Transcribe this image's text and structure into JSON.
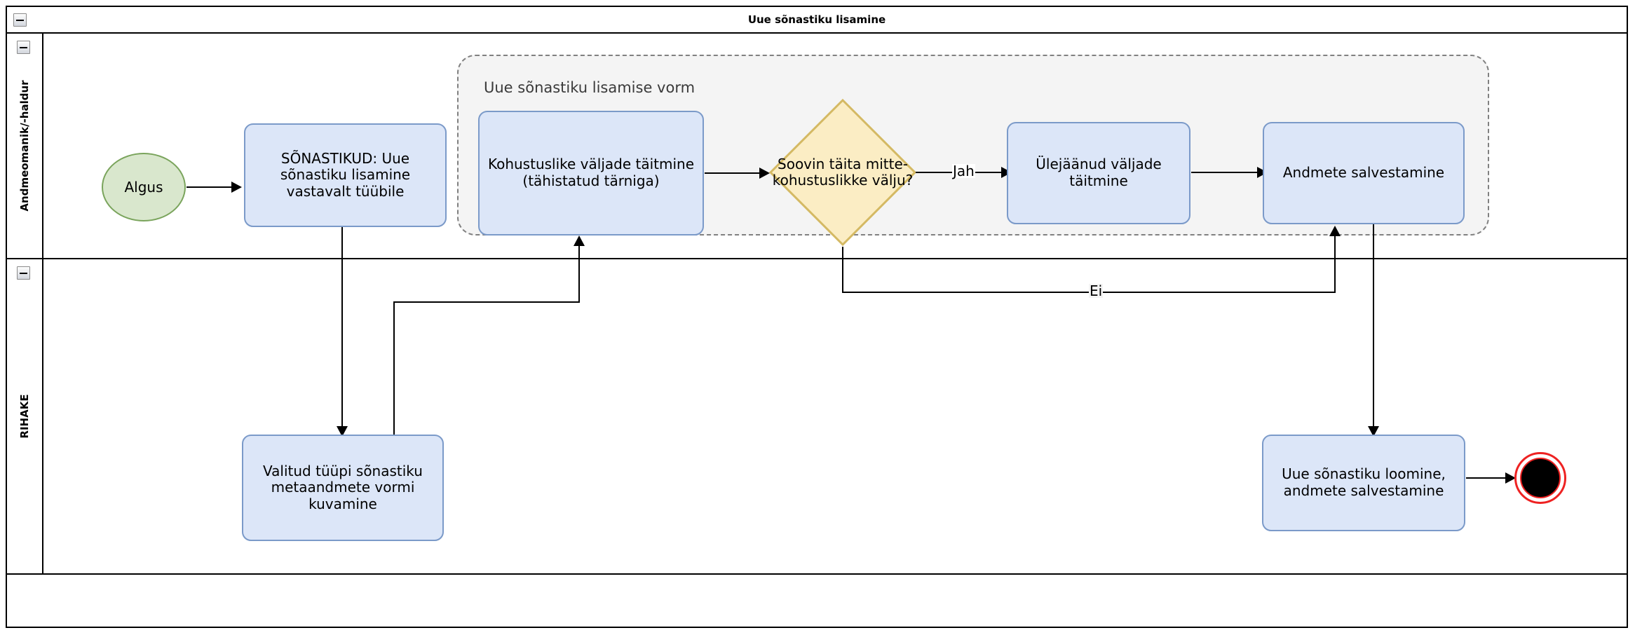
{
  "diagram": {
    "title": "Uue sõnastiku lisamine",
    "type": "bpmn-activity-diagram"
  },
  "colors": {
    "task_fill": "#dce6f8",
    "task_stroke": "#7b9ac9",
    "gateway_fill": "#fbedc4",
    "gateway_stroke": "#d4b963",
    "start_fill": "#d9e7cd",
    "start_stroke": "#7aa45c",
    "end_stroke": "#ee2222",
    "end_fill": "#000000",
    "group_fill": "#f4f4f4",
    "group_stroke": "#808080",
    "lane_border": "#000000"
  },
  "lanes": [
    {
      "id": "lane-andmeomanik",
      "label": "Andmeomanik/-haldur"
    },
    {
      "id": "lane-rihake",
      "label": "RIHAKE"
    }
  ],
  "group": {
    "label": "Uue sõnastiku lisamise vorm"
  },
  "nodes": {
    "start": {
      "label": "Algus",
      "type": "start-event"
    },
    "task_sonastikud": {
      "label": "SÕNASTIKUD: Uue sõnastiku lisamine vastavalt tüübile",
      "type": "task"
    },
    "task_kohustuslikud": {
      "label": "Kohustuslike väljade täitmine (tähistatud tärniga)",
      "type": "task"
    },
    "gateway_soovin": {
      "label": "Soovin täita mitte-kohustuslikke välju?",
      "type": "exclusive-gateway"
    },
    "task_ulejaanud": {
      "label": "Ülejäänud väljade täitmine",
      "type": "task"
    },
    "task_salvestamine": {
      "label": "Andmete salvestamine",
      "type": "task"
    },
    "task_metaandmed": {
      "label": "Valitud tüüpi sõnastiku metaandmete vormi kuvamine",
      "type": "task"
    },
    "task_loomine": {
      "label": "Uue sõnastiku loomine, andmete salvestamine",
      "type": "task"
    },
    "end": {
      "label": "",
      "type": "end-event"
    }
  },
  "edge_labels": {
    "jah": "Jah",
    "ei": "Ei"
  },
  "controls": {
    "collapse_pool": "−",
    "collapse_lane_1": "−",
    "collapse_lane_2": "−"
  }
}
